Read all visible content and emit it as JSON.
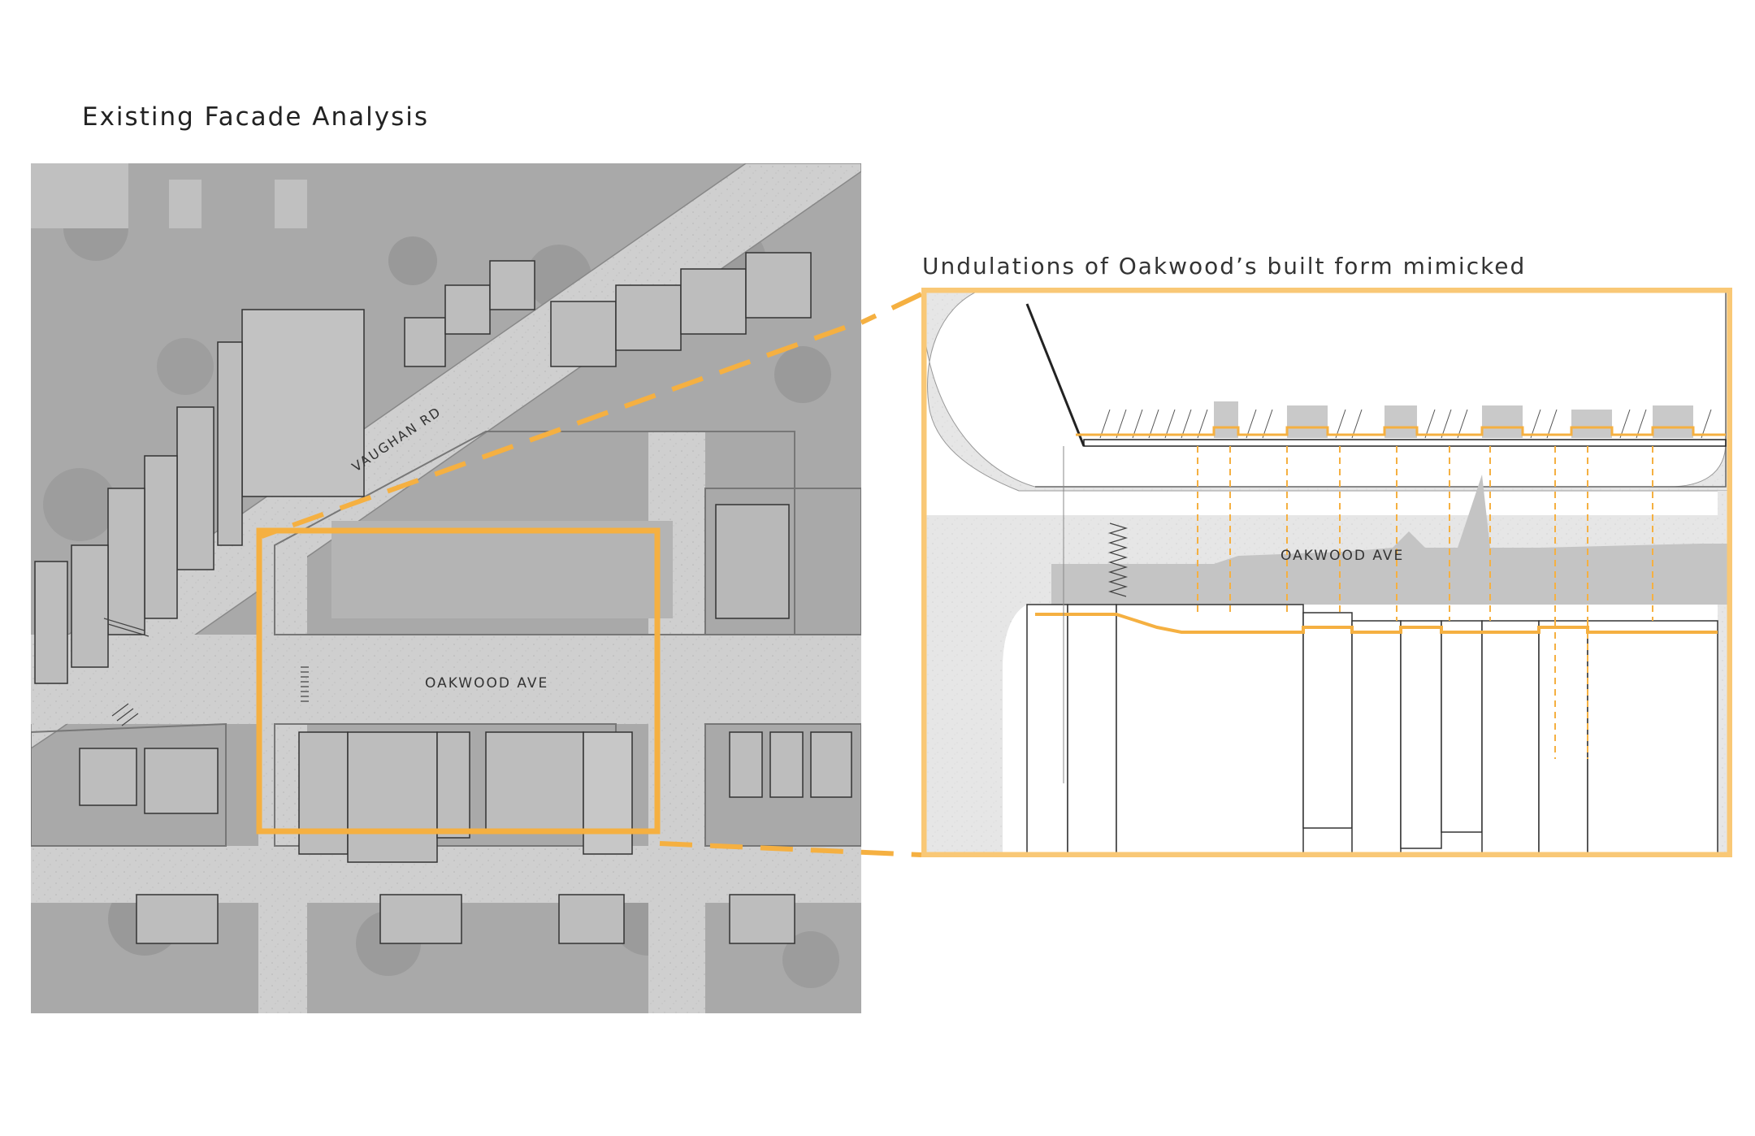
{
  "title": "Existing Facade Analysis",
  "subtitle": "Undulations of Oakwood’s built form mimicked",
  "map": {
    "street_vaughan": "VAUGHAN RD",
    "street_oakwood": "OAKWOOD AVE"
  },
  "detail": {
    "street_oakwood": "OAKWOOD AVE"
  },
  "colors": {
    "accent": "#f5b041",
    "highlight_frame": "#f9c876",
    "road": "#d9d9d9",
    "building_shadow": "#bdbdbd"
  }
}
